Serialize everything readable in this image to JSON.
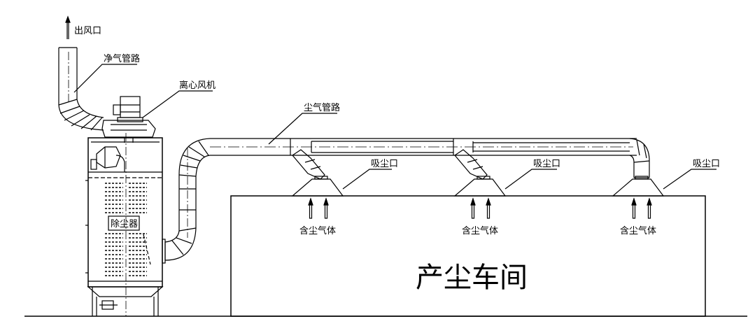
{
  "labels": {
    "outlet": "出风口",
    "clean_duct": "净气管路",
    "centrifugal_fan": "离心风机",
    "dust_duct": "尘气管路",
    "suction_port_1": "吸尘口",
    "suction_port_2": "吸尘口",
    "suction_port_3": "吸尘口",
    "dusty_gas_1": "含尘气体",
    "dusty_gas_2": "含尘气体",
    "dusty_gas_3": "含尘气体",
    "dust_collector": "除尘器",
    "workshop": "产尘车间"
  },
  "colors": {
    "line": "#000000",
    "background": "#ffffff"
  }
}
